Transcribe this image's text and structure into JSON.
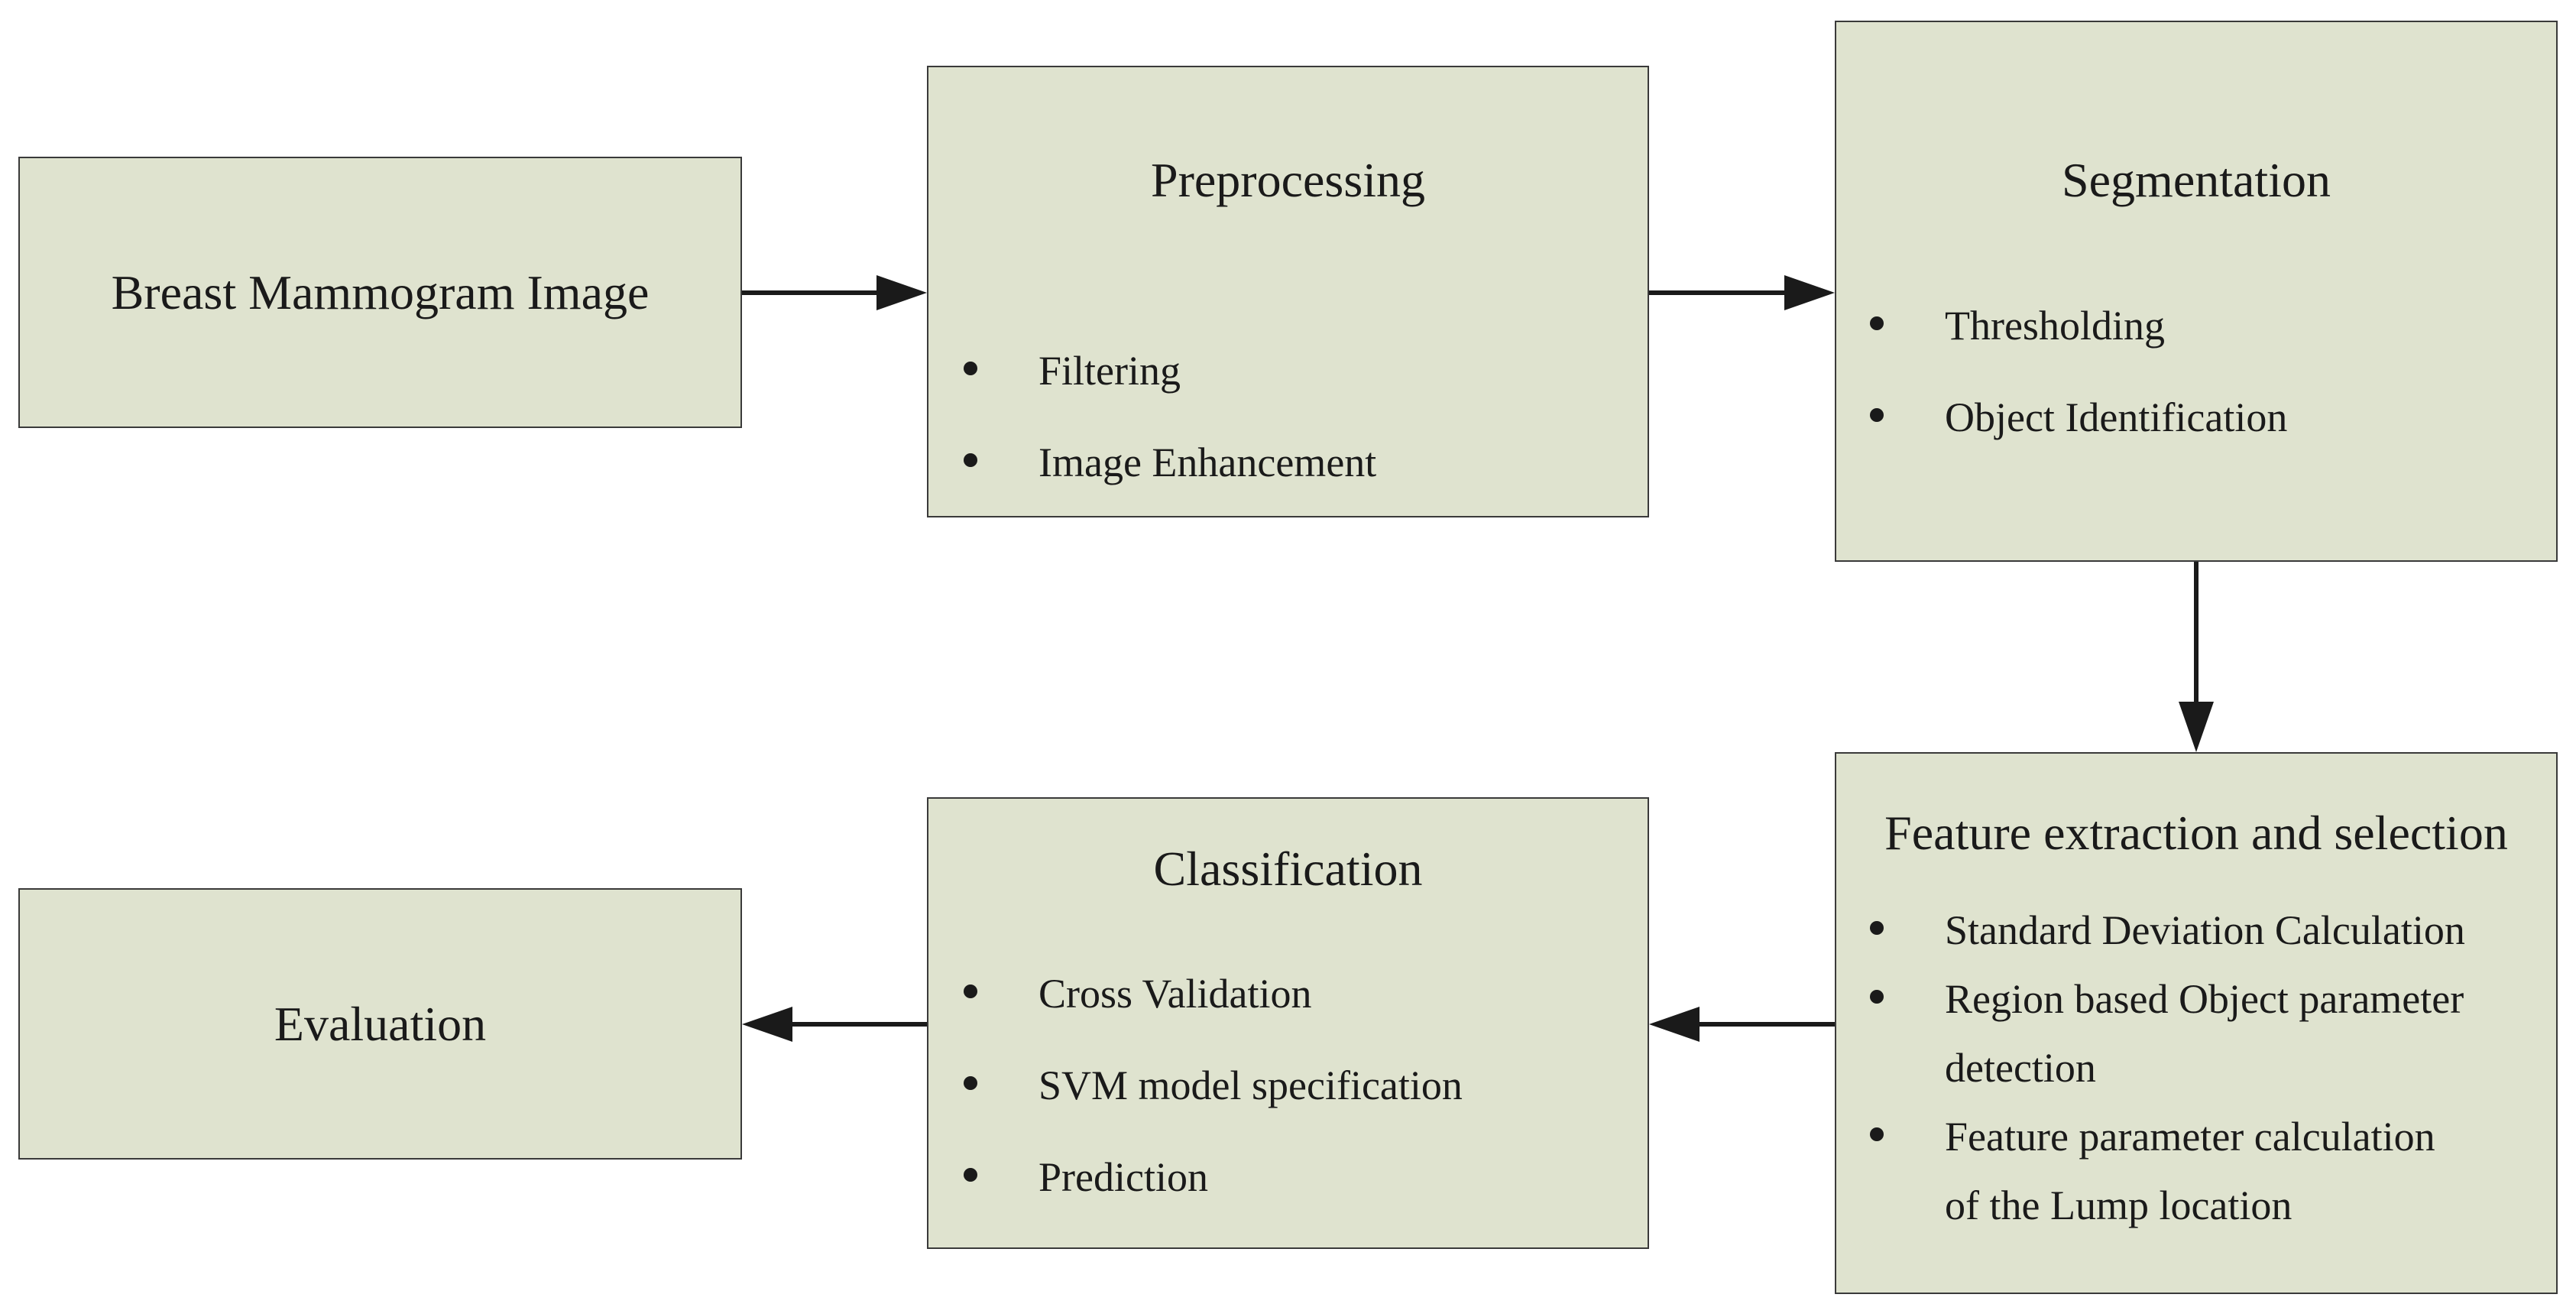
{
  "nodes": {
    "input": {
      "label": "Breast Mammogram Image"
    },
    "preprocessing": {
      "title": "Preprocessing",
      "items": [
        "Filtering",
        "Image Enhancement"
      ]
    },
    "segmentation": {
      "title": "Segmentation",
      "items": [
        "Thresholding",
        "Object Identification"
      ]
    },
    "feature": {
      "title": "Feature extraction and selection",
      "items": [
        {
          "line1": "Standard Deviation Calculation",
          "line2": ""
        },
        {
          "line1": "Region based Object parameter",
          "line2": "detection"
        },
        {
          "line1": "Feature parameter calculation",
          "line2": "of the Lump location"
        }
      ]
    },
    "classification": {
      "title": "Classification",
      "items": [
        "Cross Validation",
        "SVM model specification",
        "Prediction"
      ]
    },
    "evaluation": {
      "label": "Evaluation"
    }
  },
  "edges": [
    {
      "from": "input",
      "to": "preprocessing"
    },
    {
      "from": "preprocessing",
      "to": "segmentation"
    },
    {
      "from": "segmentation",
      "to": "feature"
    },
    {
      "from": "feature",
      "to": "classification"
    },
    {
      "from": "classification",
      "to": "evaluation"
    }
  ],
  "colors": {
    "box_fill": "#dfe3cf",
    "box_border": "#3a3a3a",
    "arrow": "#1a1a1a"
  }
}
